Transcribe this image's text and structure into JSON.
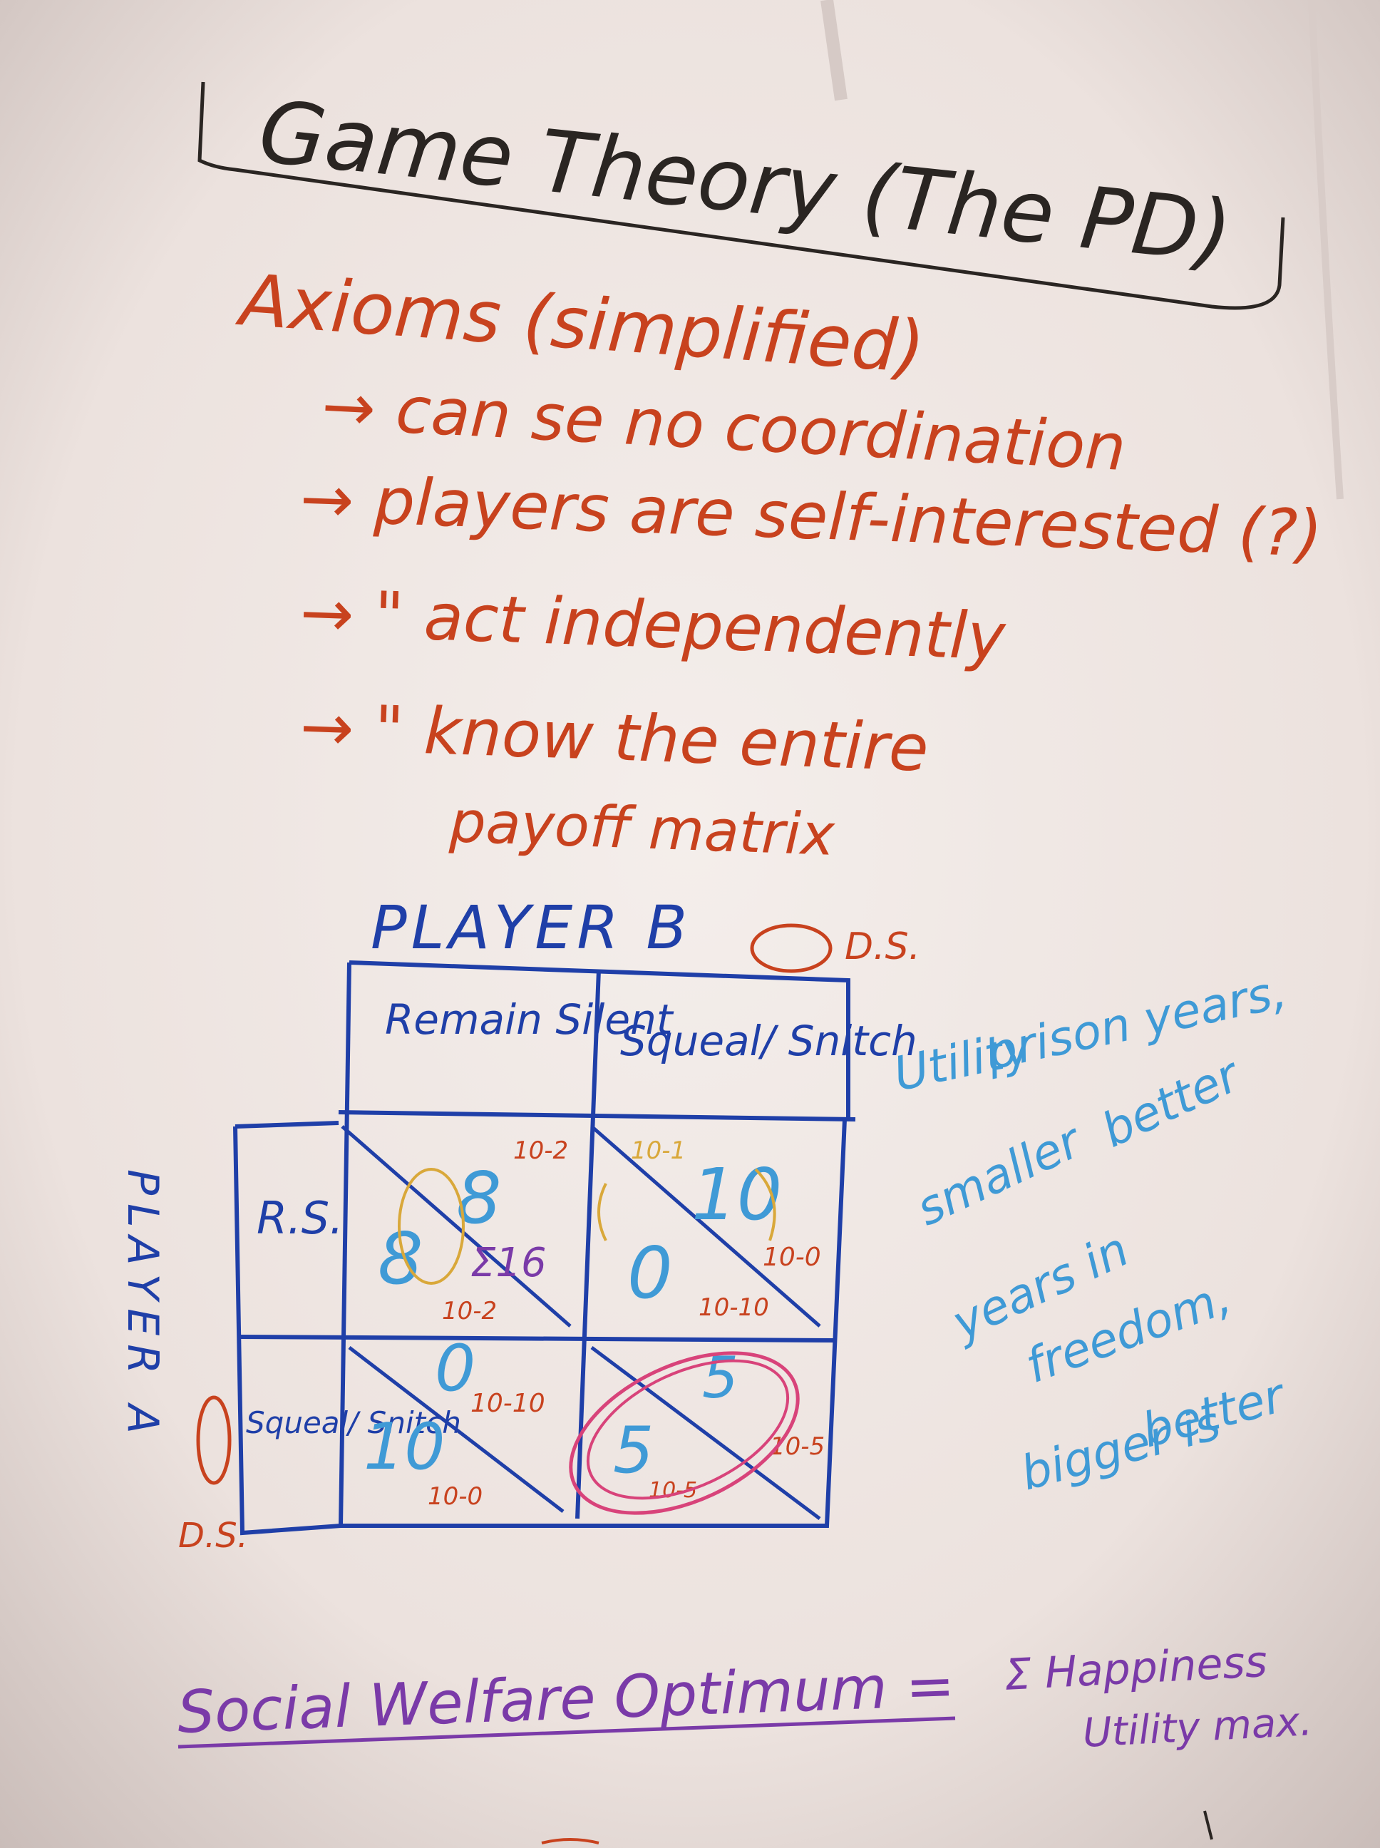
{
  "colors": {
    "black": "#2a2522",
    "red": "#c8421e",
    "blue": "#1f3fa8",
    "lightblue": "#3f9ad6",
    "purple": "#7a3aa8",
    "pink": "#d8437a",
    "yellow": "#d9a83a"
  },
  "title": "Game Theory (The PD)",
  "axioms": {
    "heading": "Axioms (simplified)",
    "items": [
      "→ can se no coordination",
      "→ players are self-interested (?)",
      "→ \"  act independently",
      "→ \"  know the entire",
      "payoff matrix"
    ]
  },
  "matrix": {
    "player_b": "PLAYER B",
    "player_b_tag": "D.S.",
    "player_a": "PLAYER A",
    "player_a_tag": "D.S.",
    "col_headers": [
      "Remain Silent",
      "Squeal/ Snitch"
    ],
    "row_headers": [
      "R.S.",
      "Squeal/ Snitch"
    ],
    "cells": [
      {
        "b": "8",
        "a": "8",
        "note_top": "10-2",
        "note_bottom": "10-2",
        "extra": "Σ16"
      },
      {
        "b": "10",
        "a": "0",
        "note_top": "10-1",
        "note_bottom": "10-10",
        "extra": "10-0"
      },
      {
        "b": "0",
        "a": "10",
        "note_top": "10-10",
        "note_bottom": "10-0",
        "extra": ""
      },
      {
        "b": "5",
        "a": "5",
        "note_top": "10-5",
        "note_bottom": "10-5",
        "extra": ""
      }
    ]
  },
  "side_note": [
    "Utility",
    "prison years,",
    "smaller",
    "better",
    "years in",
    "freedom,",
    "bigger is",
    "better"
  ],
  "footer": {
    "left": "Social Welfare Optimum =",
    "right_top": "Σ Happiness",
    "right_bottom": "Utility max."
  }
}
